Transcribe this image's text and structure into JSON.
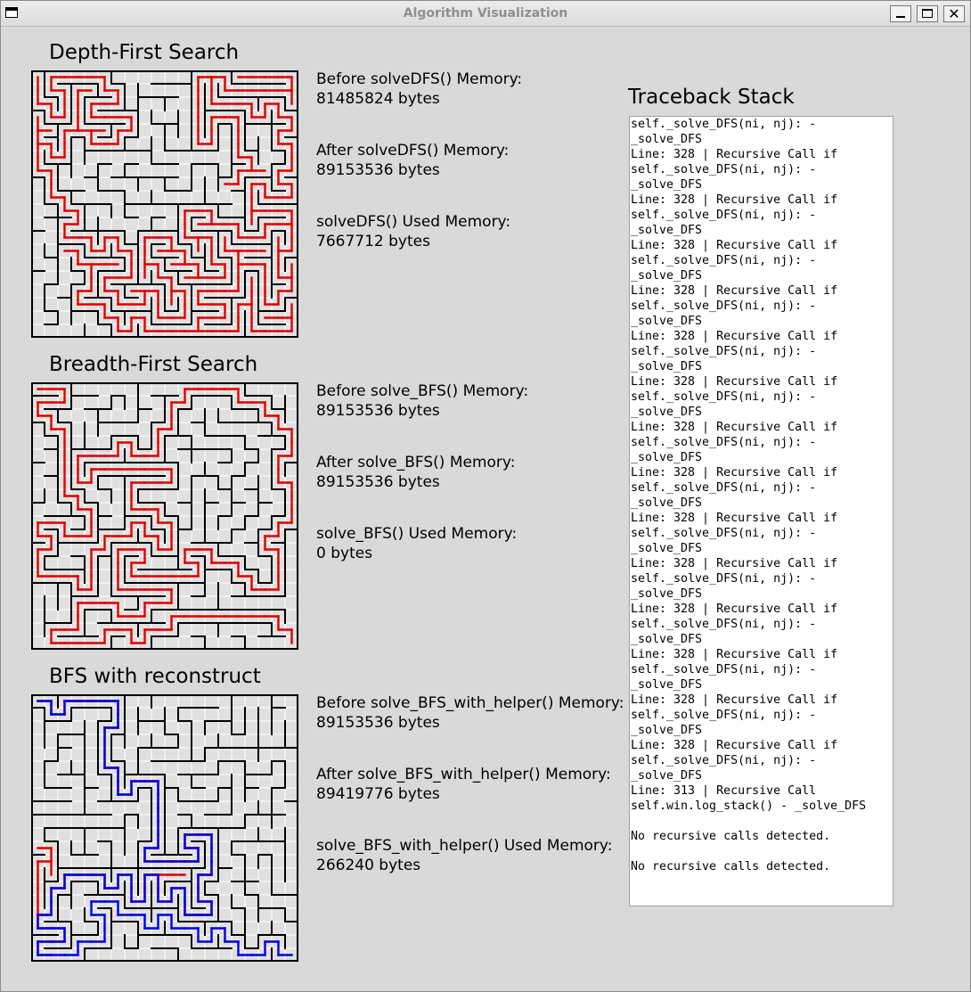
{
  "window": {
    "title": "Algorithm Visualization"
  },
  "colors": {
    "wall": "#000000",
    "dfs_path": "#e00000",
    "bfs_path": "#e00000",
    "reconstruct_path": "#0000e0",
    "cell_bg": "#e0e0e0"
  },
  "icons": {
    "window_icon": "window-icon",
    "minimize": "minimize-icon",
    "maximize": "maximize-icon",
    "close": "close-icon"
  },
  "sections": {
    "dfs": {
      "heading": "Depth-First Search",
      "before_label": "Before solveDFS() Memory:",
      "before_value": "81485824 bytes",
      "after_label": "After solveDFS() Memory:",
      "after_value": "89153536 bytes",
      "used_label": "solveDFS() Used Memory:",
      "used_value": "7667712 bytes"
    },
    "bfs": {
      "heading": "Breadth-First Search",
      "before_label": "Before solve_BFS() Memory:",
      "before_value": "89153536 bytes",
      "after_label": "After solve_BFS() Memory:",
      "after_value": "89153536 bytes",
      "used_label": "solve_BFS() Used Memory:",
      "used_value": "0 bytes"
    },
    "reconstruct": {
      "heading": "BFS with reconstruct",
      "before_label": "Before solve_BFS_with_helper() Memory:",
      "before_value": "89153536 bytes",
      "after_label": "After solve_BFS_with_helper() Memory:",
      "after_value": "89419776 bytes",
      "used_label": "solve_BFS_with_helper() Used Memory:",
      "used_value": "266240 bytes"
    }
  },
  "traceback": {
    "heading": "Traceback Stack",
    "lines": [
      "self._solve_DFS(ni, nj): -",
      "_solve_DFS",
      "Line: 328 | Recursive Call if",
      "self._solve_DFS(ni, nj): -",
      "_solve_DFS",
      "Line: 328 | Recursive Call if",
      "self._solve_DFS(ni, nj): -",
      "_solve_DFS",
      "Line: 328 | Recursive Call if",
      "self._solve_DFS(ni, nj): -",
      "_solve_DFS",
      "Line: 328 | Recursive Call if",
      "self._solve_DFS(ni, nj): -",
      "_solve_DFS",
      "Line: 328 | Recursive Call if",
      "self._solve_DFS(ni, nj): -",
      "_solve_DFS",
      "Line: 328 | Recursive Call if",
      "self._solve_DFS(ni, nj): -",
      "_solve_DFS",
      "Line: 328 | Recursive Call if",
      "self._solve_DFS(ni, nj): -",
      "_solve_DFS",
      "Line: 328 | Recursive Call if",
      "self._solve_DFS(ni, nj): -",
      "_solve_DFS",
      "Line: 328 | Recursive Call if",
      "self._solve_DFS(ni, nj): -",
      "_solve_DFS",
      "Line: 328 | Recursive Call if",
      "self._solve_DFS(ni, nj): -",
      "_solve_DFS",
      "Line: 328 | Recursive Call if",
      "self._solve_DFS(ni, nj): -",
      "_solve_DFS",
      "Line: 328 | Recursive Call if",
      "self._solve_DFS(ni, nj): -",
      "_solve_DFS",
      "Line: 328 | Recursive Call if",
      "self._solve_DFS(ni, nj): -",
      "_solve_DFS",
      "Line: 328 | Recursive Call if",
      "self._solve_DFS(ni, nj): -",
      "_solve_DFS",
      "Line: 313 | Recursive Call",
      "self.win.log_stack() - _solve_DFS",
      "",
      "No recursive calls detected.",
      "",
      "No recursive calls detected."
    ]
  }
}
